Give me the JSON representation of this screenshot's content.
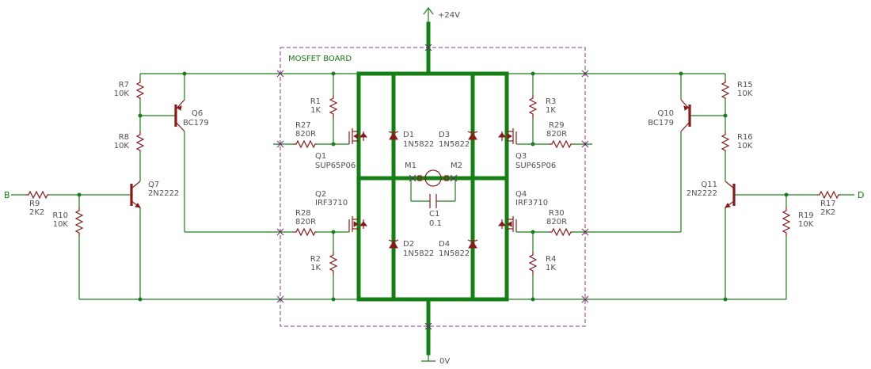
{
  "board": {
    "title": "MOSFET BOARD"
  },
  "rails": {
    "supply": "+24V",
    "ground": "0V"
  },
  "ports": {
    "left": "B",
    "right": "D"
  },
  "components": {
    "R7": {
      "ref": "R7",
      "value": "10K"
    },
    "R8": {
      "ref": "R8",
      "value": "10K"
    },
    "R9": {
      "ref": "R9",
      "value": "2K2"
    },
    "R10": {
      "ref": "R10",
      "value": "10K"
    },
    "Q6": {
      "ref": "Q6",
      "value": "BC179"
    },
    "Q7": {
      "ref": "Q7",
      "value": "2N2222"
    },
    "R1": {
      "ref": "R1",
      "value": "1K"
    },
    "R27": {
      "ref": "R27",
      "value": "820R"
    },
    "Q1": {
      "ref": "Q1",
      "value": "SUP65P06"
    },
    "Q2": {
      "ref": "Q2",
      "value": "IRF3710"
    },
    "R28": {
      "ref": "R28",
      "value": "820R"
    },
    "R2": {
      "ref": "R2",
      "value": "1K"
    },
    "D1": {
      "ref": "D1",
      "value": "1N5822"
    },
    "D3": {
      "ref": "D3",
      "value": "1N5822"
    },
    "D2": {
      "ref": "D2",
      "value": "1N5822"
    },
    "D4": {
      "ref": "D4",
      "value": "1N5822"
    },
    "M1": {
      "ref": "M1"
    },
    "M2": {
      "ref": "M2"
    },
    "C1": {
      "ref": "C1",
      "value": "0.1"
    },
    "R3": {
      "ref": "R3",
      "value": "1K"
    },
    "R29": {
      "ref": "R29",
      "value": "820R"
    },
    "Q3": {
      "ref": "Q3",
      "value": "SUP65P06"
    },
    "Q4": {
      "ref": "Q4",
      "value": "IRF3710"
    },
    "R30": {
      "ref": "R30",
      "value": "820R"
    },
    "R4": {
      "ref": "R4",
      "value": "1K"
    },
    "R15": {
      "ref": "R15",
      "value": "10K"
    },
    "R16": {
      "ref": "R16",
      "value": "10K"
    },
    "Q10": {
      "ref": "Q10",
      "value": "BC179"
    },
    "Q11": {
      "ref": "Q11",
      "value": "2N2222"
    },
    "R17": {
      "ref": "R17",
      "value": "2K2"
    },
    "R19": {
      "ref": "R19",
      "value": "10K"
    }
  }
}
